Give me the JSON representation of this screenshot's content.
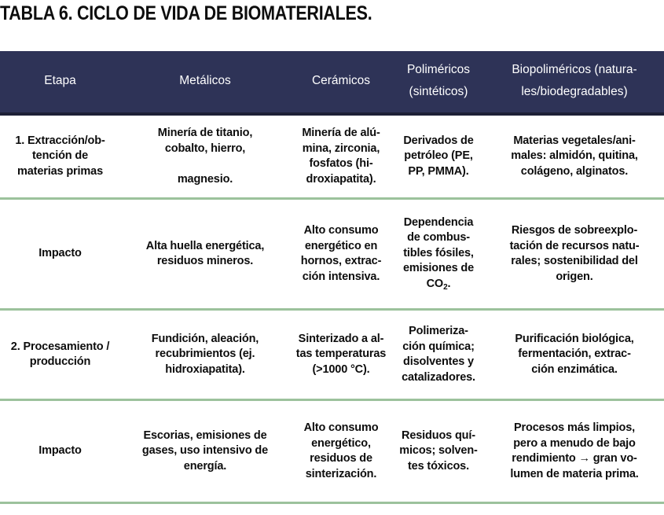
{
  "title": "TABLA 6. CICLO DE VIDA DE BIOMATERIALES.",
  "colors": {
    "header_bg": "#2e3357",
    "header_rule": "#1d2036",
    "row_rule": "#9cc29c",
    "text": "#0d0d0d",
    "header_text": "#ffffff",
    "page_bg": "#ffffff"
  },
  "table": {
    "headers": [
      "Etapa",
      "Metálicos",
      "Cerámicos",
      "Poliméricos\n(sintéticos)",
      "Biopoliméricos (natura-\nles/biodegradables)"
    ],
    "rows": [
      {
        "stage": "1. Extracción/ob-\ntención de\nmaterias primas",
        "metalicos": "Minería de titanio,\ncobalto, hierro,\n\nmagnesio.",
        "ceramicos": "Minería de alú-\nmina, zirconia,\nfosfatos (hi-\ndroxiapatita).",
        "polimericos": "Derivados de\npetróleo (PE,\nPP, PMMA).",
        "biopolimericos": "Materias vegetales/ani-\nmales: almidón, quitina,\ncolágeno, alginatos."
      },
      {
        "stage": "Impacto",
        "metalicos": "Alta huella energética,\nresiduos mineros.",
        "ceramicos": "Alto consumo\nenergético en\nhornos, extrac-\nción intensiva.",
        "polimericos_pre": "Dependencia\nde combus-\ntibles fósiles,\nemisiones de\nCO",
        "polimericos_sub": "2",
        "polimericos_post": ".",
        "biopolimericos": "Riesgos de sobreexplo-\ntación de recursos natu-\nrales; sostenibilidad del\norigen."
      },
      {
        "stage": "2. Procesamiento /\nproducción",
        "metalicos": "Fundición, aleación,\nrecubrimientos (ej.\nhidroxiapatita).",
        "ceramicos": "Sinterizado a al-\ntas temperaturas\n(>1000 °C).",
        "polimericos": "Polimeriza-\nción química;\ndisolventes y\ncatalizadores.",
        "biopolimericos": "Purificación biológica,\nfermentación, extrac-\nción enzimática."
      },
      {
        "stage": "Impacto",
        "metalicos": "Escorias, emisiones de\ngases, uso intensivo de\nenergía.",
        "ceramicos": "Alto consumo\nenergético,\nresiduos de\nsinterización.",
        "polimericos": "Residuos quí-\nmicos; solven-\ntes tóxicos.",
        "biopolimericos": "Procesos más limpios,\npero a menudo de bajo\nrendimiento → gran vo-\nlumen de materia prima."
      }
    ]
  }
}
